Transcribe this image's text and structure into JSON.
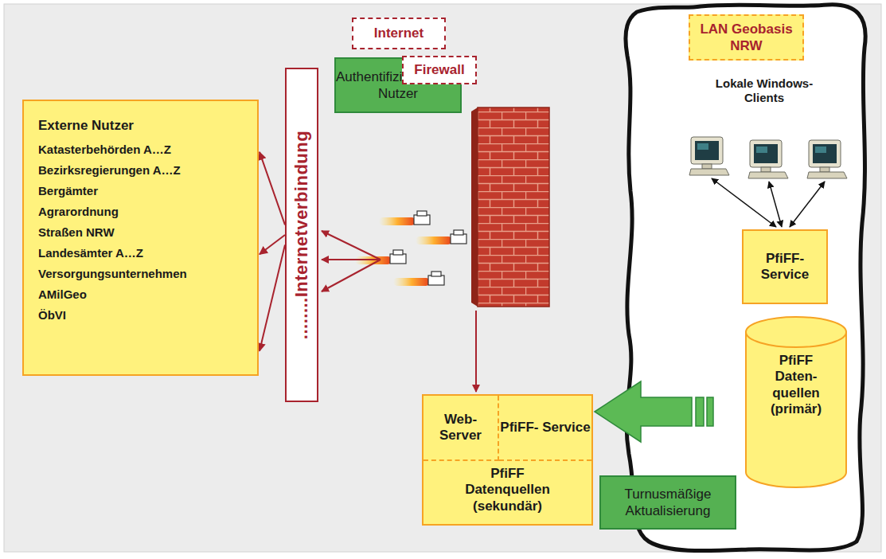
{
  "diagram": {
    "nodes": [
      {
        "text": [
          "Internet"
        ]
      },
      {
        "text": [
          "Authentifizierung der Nutzer"
        ]
      },
      {
        "text": [
          "LAN Geobasis NRW"
        ]
      },
      {
        "text": [
          "Externe Nutzer",
          "Katasterbehörden A…Z",
          "Bezirksregierungen A…Z",
          "Bergämter",
          "Agrarordnung",
          "Straßen NRW",
          "Landesämter A…Z",
          "Versorgungsunternehmen",
          "AMilGeo",
          "ÖbVI"
        ]
      },
      {
        "text": [
          "........Internetverbindung"
        ]
      },
      {
        "text": [
          "Firewall"
        ]
      },
      {
        "text": [
          "PfiFF- Service"
        ]
      },
      {
        "text": [
          "PfiFF Daten- quellen (primär)"
        ]
      },
      {
        "text": [
          "PfiFF Datenquellen (sekundär)"
        ]
      },
      {
        "text": [
          "Web- Server"
        ],
        "in": 8
      },
      {
        "text": [
          "PfiFF- Service"
        ],
        "in": 8
      },
      {
        "text": [
          "Turnusmäßige Aktualisierung"
        ]
      }
    ],
    "edges": [
      {
        "from": 4,
        "to": 3,
        "arrow": "to"
      },
      {
        "from": 4,
        "to": 3,
        "arrow": "to"
      },
      {
        "from": 4,
        "to": 3,
        "arrow": "to"
      },
      {
        "from": 7,
        "to": 8,
        "arrow": "to"
      }
    ],
    "labels": [
      "Lokale Windows-Clients"
    ]
  }
}
